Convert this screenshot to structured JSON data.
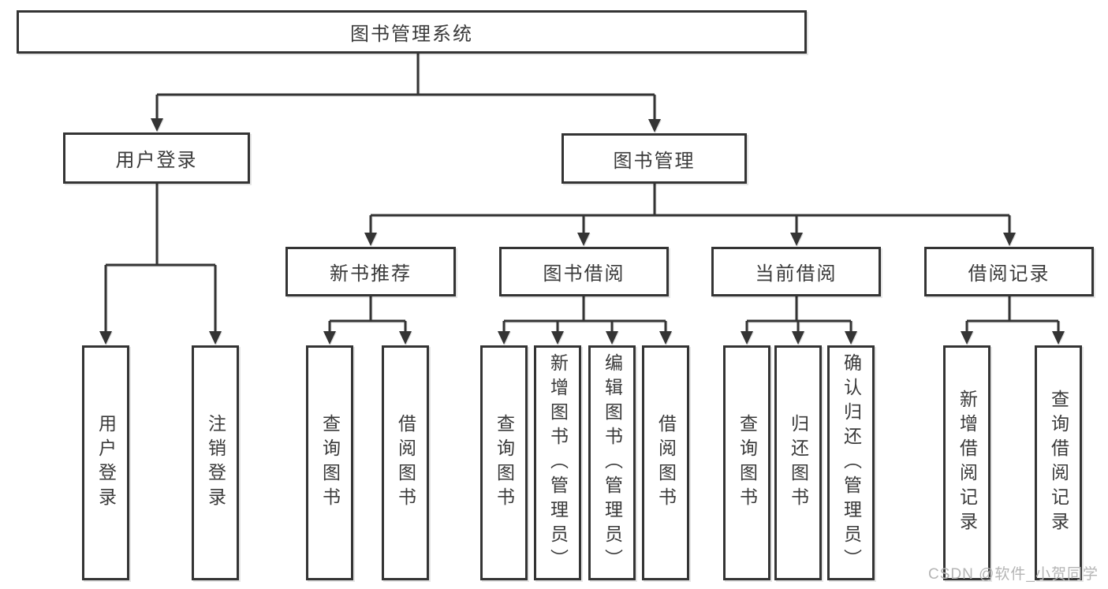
{
  "diagram": {
    "root": {
      "label": "图书管理系统"
    },
    "level2": [
      {
        "label": "用户登录",
        "children": [
          {
            "label": "用户登录"
          },
          {
            "label": "注销登录"
          }
        ]
      },
      {
        "label": "图书管理",
        "children": [
          {
            "label": "新书推荐",
            "children": [
              {
                "label": "查询图书"
              },
              {
                "label": "借阅图书"
              }
            ]
          },
          {
            "label": "图书借阅",
            "children": [
              {
                "label": "查询图书"
              },
              {
                "label": "新增图书（管理员）"
              },
              {
                "label": "编辑图书（管理员）"
              },
              {
                "label": "借阅图书"
              }
            ]
          },
          {
            "label": "当前借阅",
            "children": [
              {
                "label": "查询图书"
              },
              {
                "label": "归还图书"
              },
              {
                "label": "确认归还（管理员）"
              }
            ]
          },
          {
            "label": "借阅记录",
            "children": [
              {
                "label": "新增借阅记录"
              },
              {
                "label": "查询借阅记录"
              }
            ]
          }
        ]
      }
    ]
  },
  "watermark": {
    "text": "CSDN @软件_小贺同学"
  },
  "colors": {
    "line": "#343434",
    "text": "#3a3a3a",
    "watermark_text": "#b5b5b5",
    "background": "#ffffff"
  }
}
